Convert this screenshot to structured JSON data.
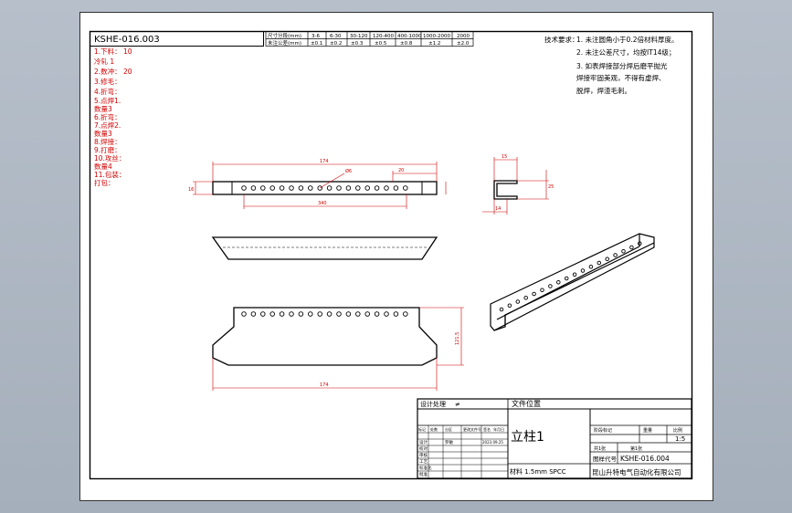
{
  "header": {
    "drawing_code": "KSHE-016.003",
    "tolerance_table": {
      "row1": [
        "尺寸分段(mm)",
        "3-6",
        "6-30",
        "30-120",
        "120-400",
        "400-1000",
        "1000-2000",
        "2000"
      ],
      "row2": [
        "未注公差(mm)",
        "±0.1",
        "±0.2",
        "±0.3",
        "±0.5",
        "±0.8",
        "±1.2",
        "±2.0"
      ]
    }
  },
  "process_notes": [
    "1.下料：  10",
    "   冷轧 1",
    "2.数冲：  20",
    "3.修毛：",
    "4.折弯：",
    "5.点焊1.",
    "   数量3",
    "6.折弯：",
    "7.点焊2.",
    "   数量3",
    "8.焊接：",
    "9.打磨：",
    "10.攻丝：",
    "   数量4",
    "11.包装：",
    "   打包："
  ],
  "tech_requirements": {
    "title": "技术要求：",
    "items": [
      "1. 未注圆角小于0.2倍材料厚度。",
      "2. 未注公差尺寸，均按IT14级；",
      "3. 如表焊接部分焊后磨平抛光",
      "   焊接牢固美观，不得有虚焊、",
      "   脱焊，焊渣毛刺。"
    ]
  },
  "dimensions": {
    "front_overall": "174",
    "front_hole_span": "340",
    "front_top_small": "20",
    "front_hole_dia": "Ø6",
    "front_left_height": "16",
    "side_width": "15",
    "side_height": "25",
    "side_bottom": "14",
    "flat_height": "121.5",
    "flat_width": "174"
  },
  "title_block": {
    "file_label": "文件位置",
    "design_label": "设计处理",
    "design_mark": "≠",
    "part_name": "立柱1",
    "material": "材料 1.5mm SPCC",
    "company": "昆山升特电气自动化有限公司",
    "drawing_no_label": "图样代号",
    "drawing_no": "KSHE-016.004",
    "scale_label": "比例",
    "scale": "1:5",
    "weight_label": "重量",
    "count_label": "共1张",
    "sheet_label": "第1张",
    "rev_cols": [
      "标记",
      "处数",
      "分区",
      "更改文件号",
      "签名",
      "年月日"
    ],
    "roles": [
      "设计",
      "校对",
      "审核",
      "工艺",
      "标准化",
      "批准"
    ],
    "designer": "罗敏",
    "date": "2023.09.25",
    "stage_labels": [
      "阶段标记",
      "重量",
      "比例"
    ]
  },
  "colors": {
    "background": "#a9b3bf",
    "sheet": "#ffffff",
    "line": "#000000",
    "dimension": "#d00000"
  }
}
